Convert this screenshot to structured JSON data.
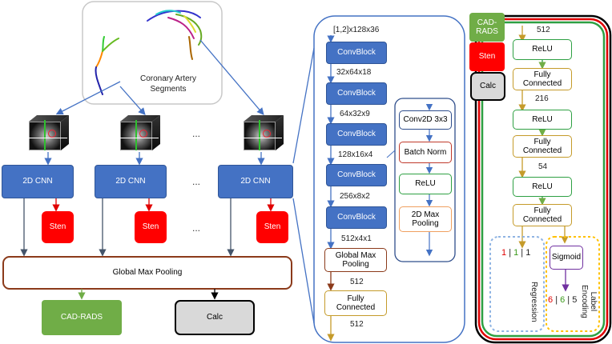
{
  "left_panel": {
    "segments_label": "Coronary Artery\nSegments",
    "cnn_label": "2D CNN",
    "sten_label": "Sten",
    "ellipsis": "...",
    "pooling_label": "Global Max Pooling",
    "cadrads_label": "CAD-RADS",
    "calc_label": "Calc"
  },
  "middle_panel": {
    "input_dim": "[1,2]x128x36",
    "convblock_label": "ConvBlock",
    "dims": [
      "32x64x18",
      "64x32x9",
      "128x16x4",
      "256x8x2",
      "512x4x1"
    ],
    "pool_label": "Global Max\nPooling",
    "fc_label": "Fully\nConnected",
    "dim_512_a": "512",
    "dim_512_b": "512",
    "convblock_detail": [
      "Conv2D 3x3",
      "Batch Norm",
      "ReLU",
      "2D Max\nPooling"
    ]
  },
  "right_panel": {
    "cadrads_tab": "CAD-\nRADS",
    "sten_tab": "Sten",
    "calc_tab": "Calc",
    "dim_512": "512",
    "relu_label": "ReLU",
    "fc_label": "Fully\nConnected",
    "dim_216": "216",
    "dim_54": "54",
    "regression_label": "Regression",
    "regression_values": [
      "1",
      "1",
      "1"
    ],
    "sigmoid_label": "Sigmoid",
    "label_encoding_label": "Label\nEncoding",
    "encoding_values": [
      "6",
      "6",
      "5"
    ]
  },
  "colors": {
    "blue": "#4472c4",
    "red": "#ff0000",
    "green": "#70ad47",
    "brown": "#8b3a1a",
    "fc_gold": "#c59b2a",
    "relu_green": "#2ea043",
    "batchnorm_red": "#c0392b",
    "pool_orange": "#f0a060",
    "sigmoid_purple": "#7030a0",
    "regression_blue": "#8fb4e3",
    "encoding_yellow": "#ffc000"
  }
}
